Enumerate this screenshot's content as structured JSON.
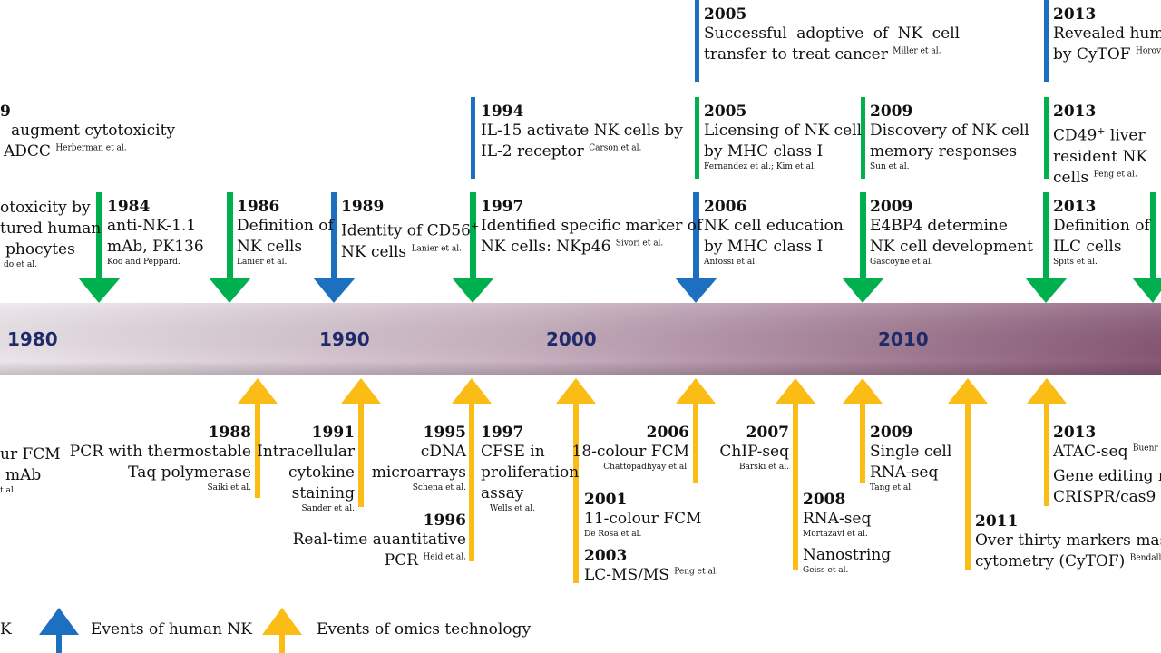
{
  "colors": {
    "green": "#00b04f",
    "blue": "#1d6fc0",
    "gold": "#fbbc16",
    "band_start": "#ebe4e8",
    "band_end": "#8b5a7a",
    "decade": "#1f2a6b"
  },
  "decades": [
    "1980",
    "1990",
    "2000",
    "2010"
  ],
  "top_events": [
    {
      "year": "2005",
      "lines": [
        "Successful adoptive of NK cell",
        "transfer to treat cancer"
      ],
      "cite": "Miller et al."
    },
    {
      "year": "2013",
      "lines": [
        "Revealed huma",
        "by CyTOF"
      ],
      "cite": "Horov"
    },
    {
      "year": "9",
      "lines": [
        "augment cytotoxicity",
        "ADCC"
      ],
      "cite": "Herberman et al."
    },
    {
      "year": "1994",
      "lines": [
        "IL-15 activate NK cells by",
        "IL-2 receptor"
      ],
      "cite": "Carson et al."
    },
    {
      "year": "2005",
      "lines": [
        "Licensing of NK cell",
        "by MHC class I"
      ],
      "cite": "Fernandez et al.; Kim et al."
    },
    {
      "year": "2009",
      "lines": [
        "Discovery of NK cell",
        "memory responses"
      ],
      "cite": "Sun et al."
    },
    {
      "year": "2013",
      "lines": [
        "CD49",
        "liver",
        "resident NK",
        "cells"
      ],
      "cite": "Peng et al."
    },
    {
      "lines": [
        "otoxicity by",
        "tured human",
        "phocytes"
      ],
      "cite": "do et al."
    },
    {
      "year": "1984",
      "lines": [
        "anti-NK-1.1",
        "mAb, PK136"
      ],
      "cite": "Koo and Peppard."
    },
    {
      "year": "1986",
      "lines": [
        "Definition of",
        "NK cells"
      ],
      "cite": "Lanier et al."
    },
    {
      "year": "1989",
      "lines": [
        "Identity of CD56",
        "NK cells"
      ],
      "cite": "Lanier et al."
    },
    {
      "year": "1997",
      "lines": [
        "Identified specific marker of",
        "NK cells: NKp46"
      ],
      "cite": "Sivori et al."
    },
    {
      "year": "2006",
      "lines": [
        "NK cell education",
        "by MHC class I"
      ],
      "cite": "Anfossi et al."
    },
    {
      "year": "2009",
      "lines": [
        "E4BP4 determine",
        "NK cell development"
      ],
      "cite": "Gascoyne et al."
    },
    {
      "year": "2013",
      "lines": [
        "Definition of",
        "ILC cells"
      ],
      "cite": "Spits et al."
    }
  ],
  "sup_plus": "+",
  "bottom_events": [
    {
      "lines": [
        "ur FCM",
        "mAb"
      ],
      "cite": "t al."
    },
    {
      "year": "1988",
      "lines": [
        "PCR with thermostable",
        "Taq polymerase"
      ],
      "cite": "Saiki et al."
    },
    {
      "year": "1991",
      "lines": [
        "Intracellular",
        "cytokine",
        "staining"
      ],
      "cite": "Sander et al."
    },
    {
      "year": "1995",
      "lines": [
        "cDNA",
        "microarrays"
      ],
      "cite": "Schena et al."
    },
    {
      "year": "1997",
      "lines": [
        "CFSE in",
        "proliferation",
        "assay"
      ],
      "cite": "Wells et al."
    },
    {
      "year": "1996",
      "lines": [
        "Real-time auantitative",
        "PCR"
      ],
      "cite": "Heid et al."
    },
    {
      "year": "2006",
      "lines": [
        "18-colour FCM"
      ],
      "cite": "Chattopadhyay et al."
    },
    {
      "year": "2001",
      "lines": [
        "11-colour FCM"
      ],
      "cite": "De Rosa et al."
    },
    {
      "year": "2003",
      "lines": [
        "LC-MS/MS"
      ],
      "cite": "Peng et al."
    },
    {
      "year": "2007",
      "lines": [
        "ChIP-seq"
      ],
      "cite": "Barski et al."
    },
    {
      "year": "2008",
      "lines": [
        "RNA-seq"
      ],
      "cite": "Mortazavi et al."
    },
    {
      "lines": [
        "Nanostring"
      ],
      "cite": "Geiss et al."
    },
    {
      "year": "2009",
      "lines": [
        "Single cell",
        "RNA-seq"
      ],
      "cite": "Tang et al."
    },
    {
      "year": "2011",
      "lines": [
        "Over thirty markers mass",
        "cytometry (CyTOF)"
      ],
      "cite": "Bendall e"
    },
    {
      "year": "2013",
      "lines": [
        "ATAC-seq",
        "Gene editing m",
        "CRISPR/cas9"
      ],
      "cite": "Buenr"
    }
  ],
  "legend": {
    "nk_fragment": "K",
    "human_nk": "Events of human NK",
    "omics": "Events of omics technology"
  }
}
